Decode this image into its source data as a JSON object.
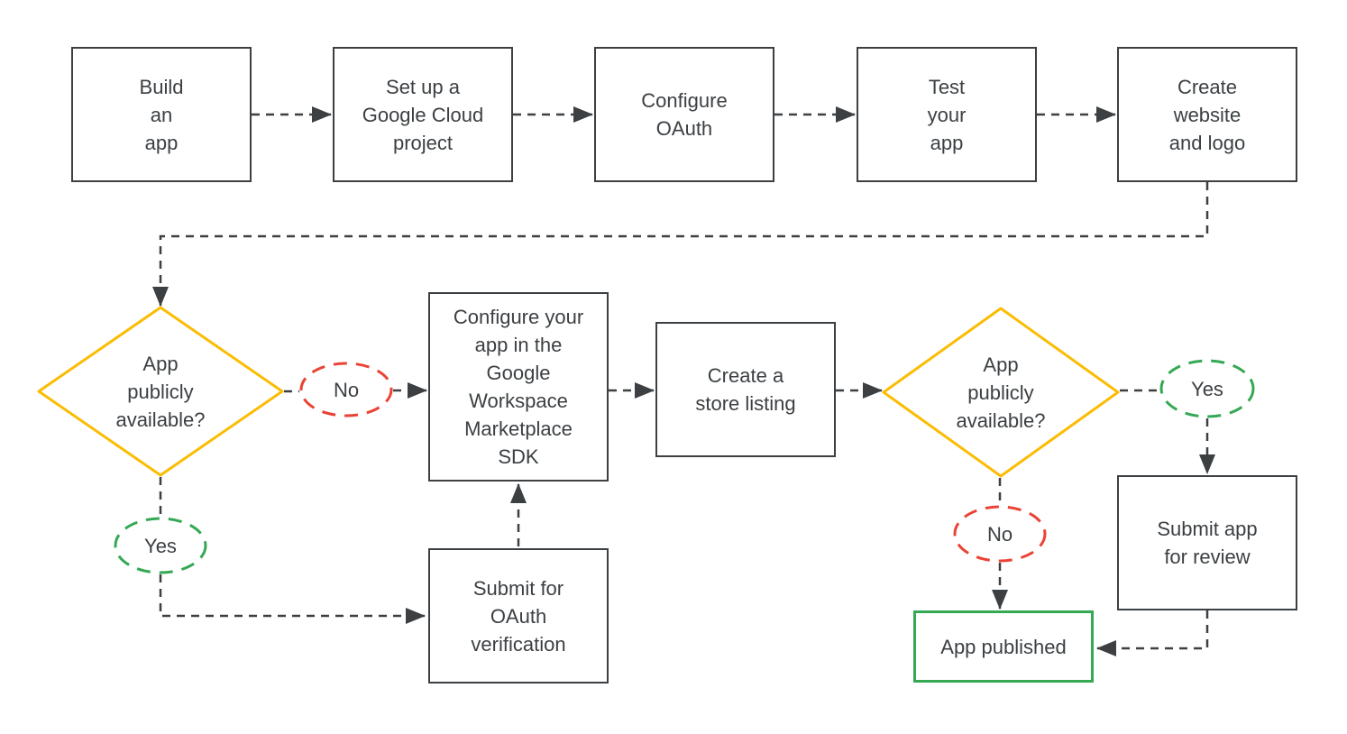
{
  "flowchart": {
    "colors": {
      "background": "#ffffff",
      "text": "#3c4043",
      "connector": "#3c4043",
      "process_border": "#3c4043",
      "decision_border": "#fbbc04",
      "no_branch": "#ea4335",
      "yes_branch": "#34a853",
      "published_border": "#34a853"
    },
    "nodes": {
      "build_app": {
        "label": "Build\nan\napp",
        "type": "process"
      },
      "setup_project": {
        "label": "Set up a\nGoogle Cloud\nproject",
        "type": "process"
      },
      "configure_oauth": {
        "label": "Configure\nOAuth",
        "type": "process"
      },
      "test_app": {
        "label": "Test\nyour\napp",
        "type": "process"
      },
      "create_website": {
        "label": "Create\nwebsite\nand logo",
        "type": "process"
      },
      "decision_1": {
        "label": "App\npublicly\navailable?",
        "type": "decision"
      },
      "no_1": {
        "label": "No",
        "type": "branch"
      },
      "yes_1": {
        "label": "Yes",
        "type": "branch"
      },
      "configure_sdk": {
        "label": "Configure your\napp in the\nGoogle\nWorkspace\nMarketplace\nSDK",
        "type": "process"
      },
      "submit_oauth_verification": {
        "label": "Submit for\nOAuth\nverification",
        "type": "process"
      },
      "create_store_listing": {
        "label": "Create a\nstore listing",
        "type": "process"
      },
      "decision_2": {
        "label": "App\npublicly\navailable?",
        "type": "decision"
      },
      "no_2": {
        "label": "No",
        "type": "branch"
      },
      "yes_2": {
        "label": "Yes",
        "type": "branch"
      },
      "submit_app_review": {
        "label": "Submit app\nfor review",
        "type": "process"
      },
      "app_published": {
        "label": "App published",
        "type": "terminal"
      }
    },
    "edges": [
      {
        "from": "build_app",
        "to": "setup_project"
      },
      {
        "from": "setup_project",
        "to": "configure_oauth"
      },
      {
        "from": "configure_oauth",
        "to": "test_app"
      },
      {
        "from": "test_app",
        "to": "create_website"
      },
      {
        "from": "create_website",
        "to": "decision_1"
      },
      {
        "from": "decision_1",
        "to": "configure_sdk",
        "label": "No"
      },
      {
        "from": "decision_1",
        "to": "submit_oauth_verification",
        "label": "Yes"
      },
      {
        "from": "submit_oauth_verification",
        "to": "configure_sdk"
      },
      {
        "from": "configure_sdk",
        "to": "create_store_listing"
      },
      {
        "from": "create_store_listing",
        "to": "decision_2"
      },
      {
        "from": "decision_2",
        "to": "submit_app_review",
        "label": "Yes"
      },
      {
        "from": "decision_2",
        "to": "app_published",
        "label": "No"
      },
      {
        "from": "submit_app_review",
        "to": "app_published"
      }
    ]
  }
}
